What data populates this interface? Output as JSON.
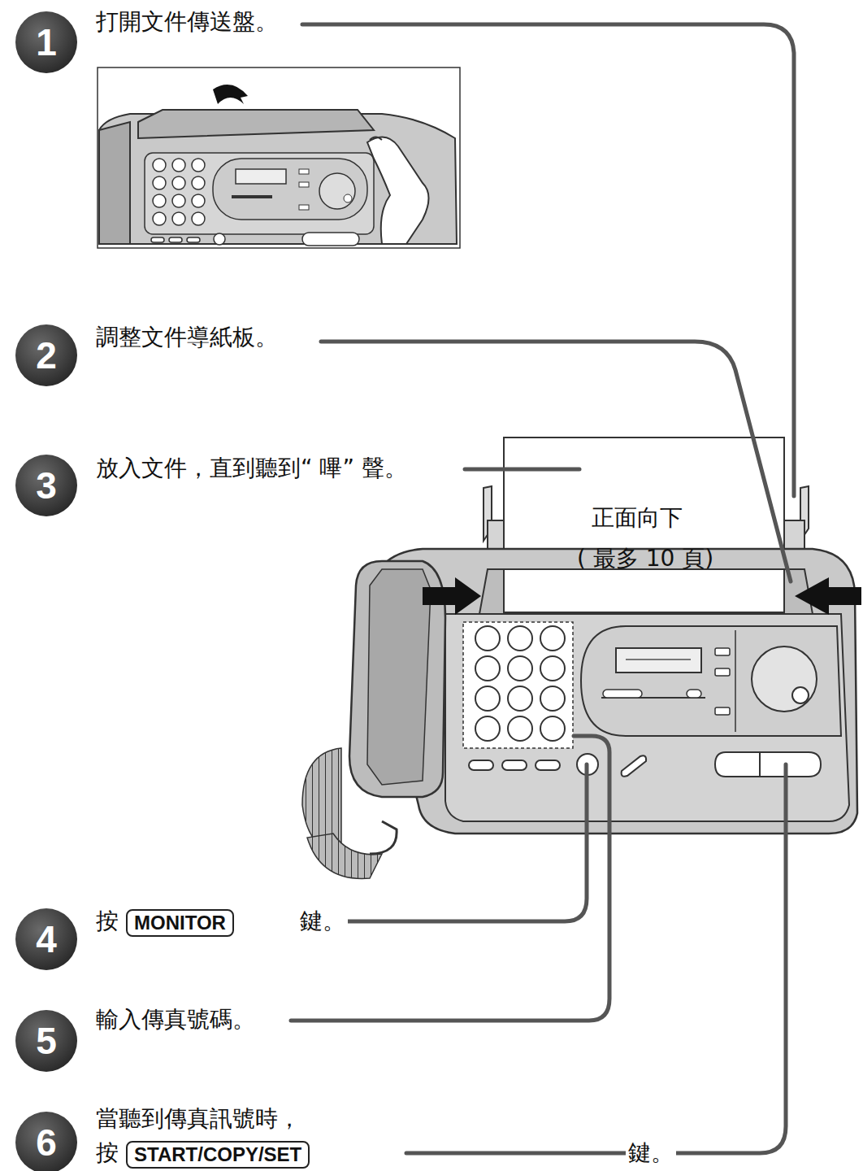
{
  "diagram": {
    "nodes": [
      {
        "text": [
          "1"
        ]
      },
      {
        "text": [
          "2"
        ]
      },
      {
        "text": [
          "3"
        ]
      },
      {
        "text": [
          "4"
        ]
      },
      {
        "text": [
          "MONITOR"
        ]
      },
      {
        "text": [
          "5"
        ]
      },
      {
        "text": [
          "6"
        ]
      },
      {
        "text": [
          "START/COPY/SET"
        ]
      }
    ],
    "labels": [
      "打開文件傳送盤。",
      "調整文件導紙板。",
      "放入文件，直到聽到“ 嗶” 聲。",
      "正面向下",
      "( 最多 10 頁)",
      "按",
      "鍵。",
      "輸入傳真號碼。",
      "當聽到傳真訊號時，",
      "按",
      "鍵。"
    ]
  }
}
